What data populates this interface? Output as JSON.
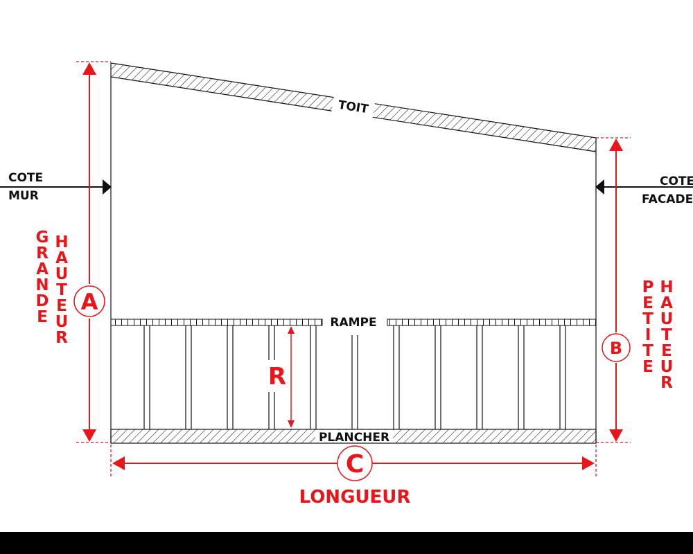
{
  "labels": {
    "roof": "TOIT",
    "railing": "RAMPE",
    "floor": "PLANCHER",
    "wall_side_line1": "COTE",
    "wall_side_line2": "MUR",
    "facade_side_line1": "COTE",
    "facade_side_line2": "FACADE",
    "dim_a_letter": "A",
    "dim_b_letter": "B",
    "dim_c_letter": "C",
    "dim_r_letter": "R",
    "length": "LONGUEUR",
    "large_height_word1": "GRANDE",
    "large_height_word2": "HAUTEUR",
    "small_height_word1": "PETITE",
    "small_height_word2": "HAUTEUR"
  },
  "colors": {
    "dimension": "#e8161b",
    "structure": "#111111",
    "background": "#ffffff",
    "bottom_bar": "#000000"
  }
}
